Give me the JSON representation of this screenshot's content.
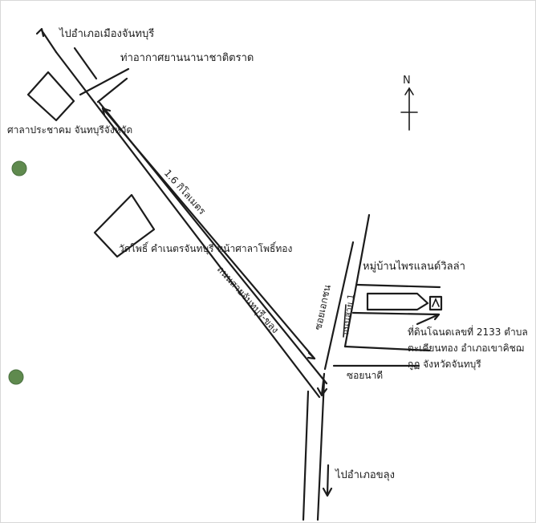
{
  "north_label": "N",
  "labels": {
    "to_top": "ไปอำเภอเมืองจันทบุรี",
    "station": "ท่าอากาศยานนานาชาติตราด",
    "school": "ศาลาประชาคม จันทบุรีจังหวัด",
    "distance": "1.6 กิโลเมตร",
    "temple": "วัดโพธิ์ คำเนตรจันทบุรี หน้าศาลาโพธิ์ทอง",
    "main_road": "ถนนสายจันทบุรี-ขลุง",
    "side_road": "ซอยเอกชน",
    "small_road": "ถนนสาย 1",
    "village": "หมู่บ้านไพรแลนด์วิลล่า",
    "target": "ที่ดินโฉนดเลขที่ 2133 ตำบลตะเคียนทอง อำเภอเขาคิชฌกูฏ จังหวัดจันทบุรี",
    "soi": "ซอยนาดี",
    "to_bottom": "ไปอำเภอขลุง"
  }
}
